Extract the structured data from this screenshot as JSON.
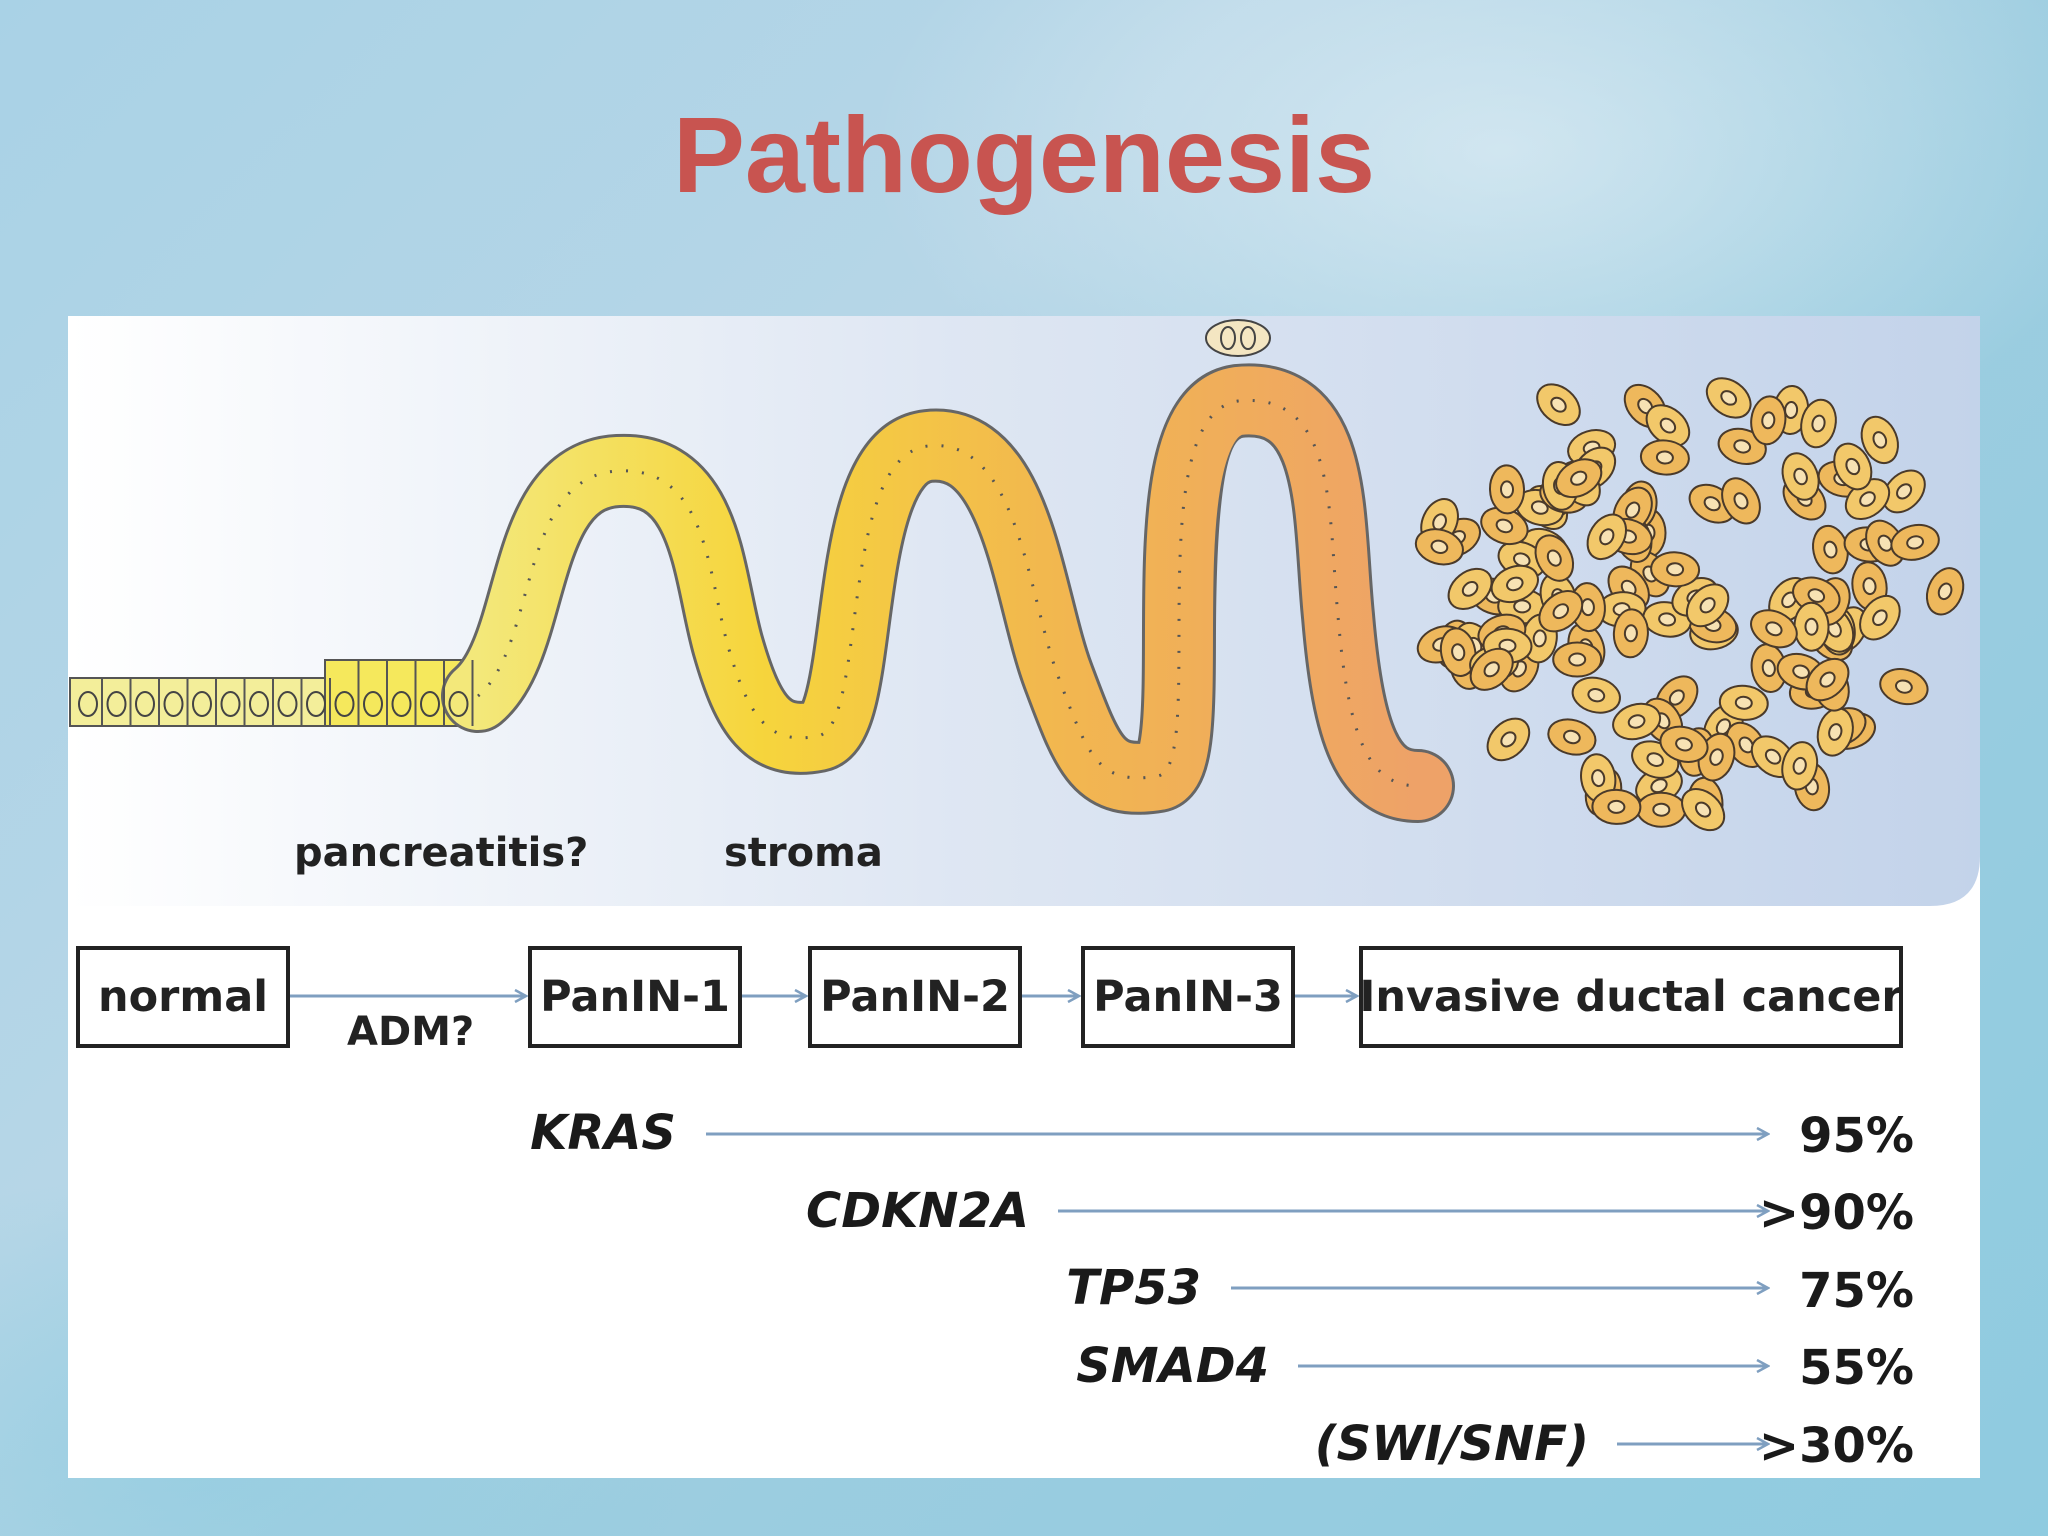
{
  "title": "Pathogenesis",
  "labels": {
    "pancreatitis": "pancreatitis?",
    "stroma": "stroma",
    "adm": "ADM?"
  },
  "stages": [
    {
      "label": "normal"
    },
    {
      "label": "PanIN-1"
    },
    {
      "label": "PanIN-2"
    },
    {
      "label": "PanIN-3"
    },
    {
      "label": "Invasive ductal cancer"
    }
  ],
  "mutations": [
    {
      "gene": "KRAS",
      "percent": "95%"
    },
    {
      "gene": "CDKN2A",
      "percent": ">90%"
    },
    {
      "gene": "TP53",
      "percent": "75%"
    },
    {
      "gene": "SMAD4",
      "percent": "55%"
    },
    {
      "gene": "(SWI/SNF)",
      "percent": ">30%"
    }
  ],
  "colors": {
    "title": "#c85450",
    "arrow": "#7f9fc0",
    "cell_yellow": "#f4d43c",
    "cell_orange": "#e8a85c"
  }
}
